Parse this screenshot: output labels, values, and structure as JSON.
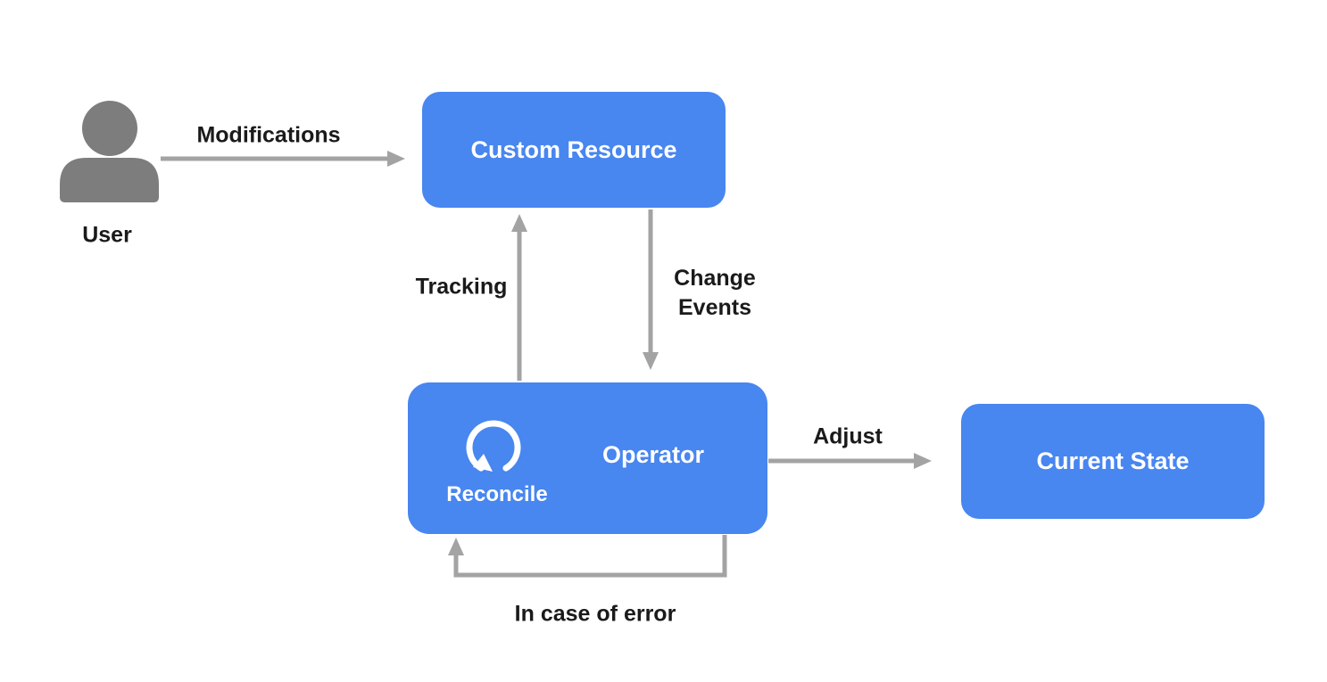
{
  "colors": {
    "node_blue": "#4886F0",
    "node_text": "#FFFFFF",
    "arrow_gray": "#A3A3A3",
    "user_icon_gray": "#7D7D7D",
    "label_text": "#1A1A1A",
    "background": "#FFFFFF"
  },
  "nodes": {
    "user": {
      "label": "User"
    },
    "custom_resource": {
      "label": "Custom Resource"
    },
    "operator": {
      "label": "Operator",
      "badge": "Reconcile"
    },
    "current_state": {
      "label": "Current State"
    }
  },
  "edges": {
    "modifications": {
      "label": "Modifications",
      "from": "user",
      "to": "custom_resource",
      "direction": "right"
    },
    "tracking": {
      "label": "Tracking",
      "from": "operator",
      "to": "custom_resource",
      "direction": "up"
    },
    "change_events": {
      "label": "Change Events",
      "from": "custom_resource",
      "to": "operator",
      "direction": "down"
    },
    "adjust": {
      "label": "Adjust",
      "from": "operator",
      "to": "current_state",
      "direction": "right"
    },
    "error_loop": {
      "label": "In case of error",
      "from": "operator",
      "to": "operator",
      "direction": "loop-back"
    }
  }
}
